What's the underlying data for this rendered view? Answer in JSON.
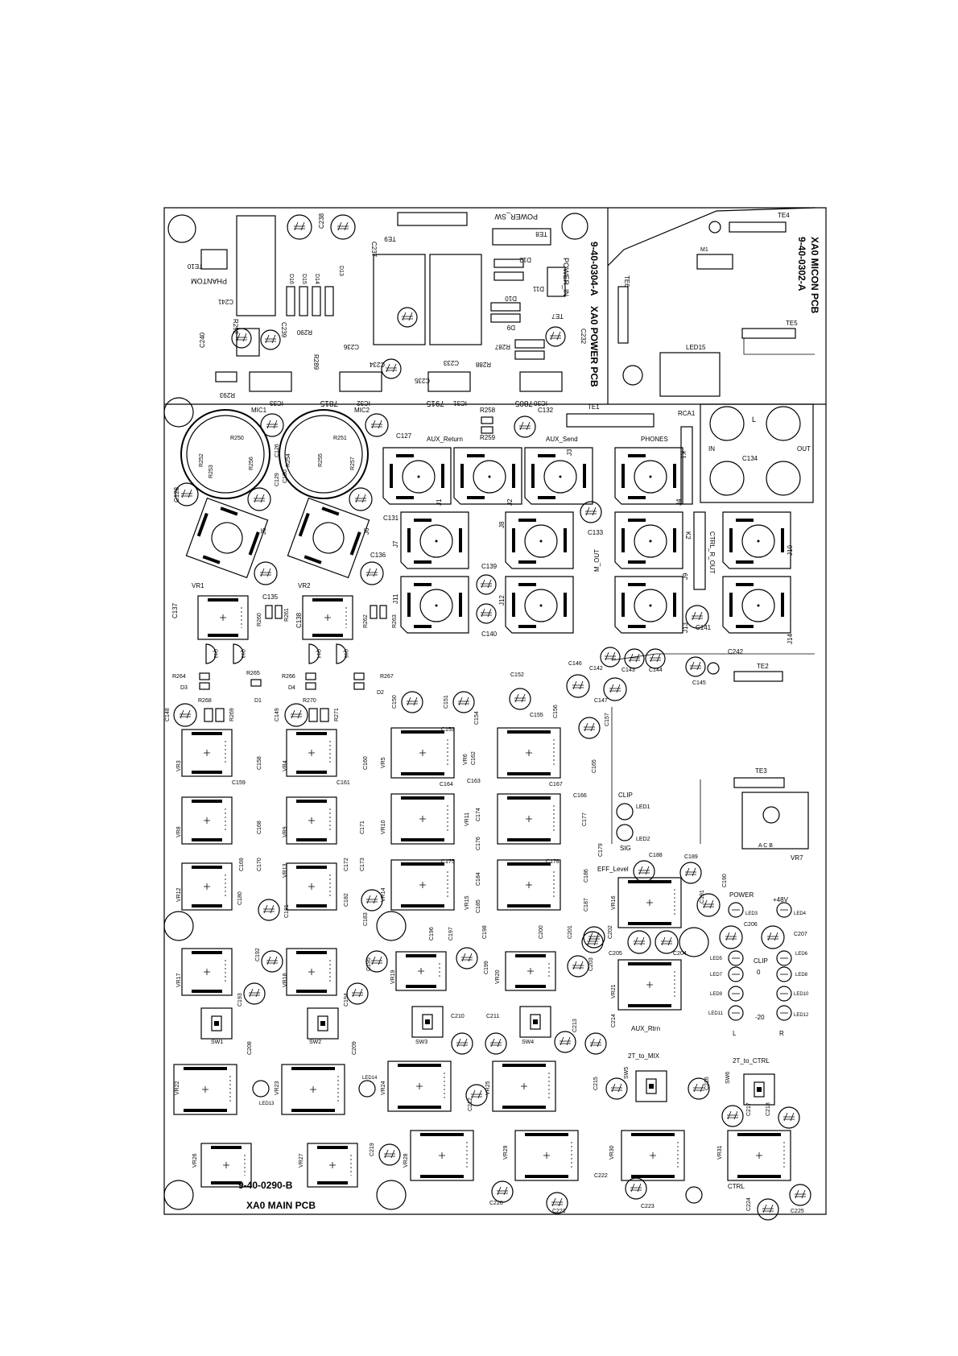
{
  "board": {
    "power_pcb": {
      "title": "XA0 POWER PCB",
      "code": "9-40-0304-A"
    },
    "micon_pcb": {
      "title": "XA0 MICON PCB",
      "code": "9-40-0302-A"
    },
    "main_pcb": {
      "title": "XA0 MAIN PCB",
      "code": "9-40-0290-B"
    }
  },
  "labels": {
    "phantom": "PHANTOM",
    "power_sw": "POWER_SW",
    "power_in": "POWER_IN",
    "v7815": "7815",
    "v7915": "7915",
    "v7805": "7805",
    "aux_return": "AUX_Return",
    "aux_send": "AUX_Send",
    "phones": "PHONES",
    "rca_in": "IN",
    "rca_l": "L",
    "rca_out": "OUT",
    "ctrl_r_out": "CTRL_R_OUT",
    "m_out": "M_OUT",
    "clip": "CLIP",
    "sig": "SIG",
    "eff_level": "EFF_Level",
    "power": "POWER",
    "plus48v": "+48V",
    "clip2": "CLIP",
    "zero": "0",
    "minus20": "-20",
    "l": "L",
    "r": "R",
    "aux_rtrn": "AUX_Rtrn",
    "t2_to_mix": "2T_to_MIX",
    "t2_to_ctrl": "2T_to_CTRL",
    "ctrl": "CTRL",
    "vr7_abc": "A C B"
  },
  "parts": {
    "te10": "TE10",
    "c241": "C241",
    "c238": "C238",
    "c237": "C237",
    "te9": "TE9",
    "te8": "TE8",
    "d16": "D16",
    "d15": "D15",
    "d14": "D14",
    "d13": "D13",
    "d12": "D12",
    "d11": "D11",
    "d10": "D10",
    "d9": "D9",
    "te7": "TE7",
    "c240": "C240",
    "r292": "R292",
    "c239": "C239",
    "r290": "R290",
    "r289": "R289",
    "r293": "R293",
    "ic33": "IC33",
    "ic32": "IC32",
    "ic31": "IC31",
    "ic30": "IC30",
    "c236": "C236",
    "c234": "C234",
    "c233": "C233",
    "c235": "C235",
    "r287": "R287",
    "r288": "R288",
    "c232": "C232",
    "te6": "TE6",
    "te5": "TE5",
    "te4": "TE4",
    "m1": "M1",
    "led15": "LED15",
    "mic1": "MIC1",
    "mic2": "MIC2",
    "r250": "R250",
    "r251": "R251",
    "r252": "R252",
    "r253": "R253",
    "r254": "R254",
    "r255": "R255",
    "r256": "R256",
    "r257": "R257",
    "c126": "C126",
    "c127": "C127",
    "c128": "C128",
    "c129": "C129",
    "c130": "C130",
    "r258": "R258",
    "r259": "R259",
    "c132": "C132",
    "te1": "TE1",
    "rca1": "RCA1",
    "k1": "K1",
    "c134": "C134",
    "j1": "J1",
    "j2": "J2",
    "j3": "J3",
    "j4": "J4",
    "j5": "J5",
    "j6": "J6",
    "j7": "J7",
    "j8": "J8",
    "j9": "J9",
    "j10": "J10",
    "j11": "J11",
    "j12": "J12",
    "j13": "J13",
    "j14": "J14",
    "k2": "K2",
    "c131": "C131",
    "c133": "C133",
    "c135": "C135",
    "c136": "C136",
    "c137": "C137",
    "c138": "C138",
    "c139": "C139",
    "c140": "C140",
    "c141": "C141",
    "c242": "C242",
    "vr1": "VR1",
    "vr2": "VR2",
    "r260": "R260",
    "r261": "R261",
    "r262": "R262",
    "r263": "R263",
    "q12": "Q12",
    "q13": "Q13",
    "q14": "Q14",
    "q15": "Q15",
    "r264": "R264",
    "r265": "R265",
    "r266": "R266",
    "r267": "R267",
    "r268": "R268",
    "r269": "R269",
    "r270": "R270",
    "r271": "R271",
    "d1": "D1",
    "d2": "D2",
    "d3": "D3",
    "d4": "D4",
    "c142": "C142",
    "c143": "C143",
    "c144": "C144",
    "c145": "C145",
    "c146": "C146",
    "c147": "C147",
    "c148": "C148",
    "c149": "C149",
    "c150": "C150",
    "c151": "C151",
    "c152": "C152",
    "c153": "C153",
    "c154": "C154",
    "c155": "C155",
    "c156": "C156",
    "c157": "C157",
    "te2": "TE2",
    "te3": "TE3",
    "vr3": "VR3",
    "vr4": "VR4",
    "vr5": "VR5",
    "vr6": "VR6",
    "c158": "C158",
    "c159": "C159",
    "c160": "C160",
    "c161": "C161",
    "c162": "C162",
    "c163": "C163",
    "c164": "C164",
    "c165": "C165",
    "c166": "C166",
    "c167": "C167",
    "vr8": "VR8",
    "vr9": "VR9",
    "vr10": "VR10",
    "vr11": "VR11",
    "c168": "C168",
    "c171": "C171",
    "c174": "C174",
    "c176": "C176",
    "c177": "C177",
    "led1": "LED1",
    "led2": "LED2",
    "vr7": "VR7",
    "vr12": "VR12",
    "vr13": "VR13",
    "vr14": "VR14",
    "vr15": "VR15",
    "vr16": "VR16",
    "c169": "C169",
    "c170": "C170",
    "c172": "C172",
    "c173": "C173",
    "c175": "C175",
    "c178": "C178",
    "c179": "C179",
    "c180": "C180",
    "c181": "C181",
    "c182": "C182",
    "c183": "C183",
    "c184": "C184",
    "c185": "C185",
    "c186": "C186",
    "c187": "C187",
    "c188": "C188",
    "c189": "C189",
    "c190": "C190",
    "c191": "C191",
    "led3": "LED3",
    "led4": "LED4",
    "led5": "LED5",
    "led6": "LED6",
    "led7": "LED7",
    "led8": "LED8",
    "led9": "LED9",
    "led10": "LED10",
    "led11": "LED11",
    "led12": "LED12",
    "c206": "C206",
    "c207": "C207",
    "vr17": "VR17",
    "vr18": "VR18",
    "vr19": "VR19",
    "vr20": "VR20",
    "vr21": "VR21",
    "c192": "C192",
    "c193": "C193",
    "c194": "C194",
    "c195": "C195",
    "c196": "C196",
    "c197": "C197",
    "c198": "C198",
    "c199": "C199",
    "c200": "C200",
    "c201": "C201",
    "c202": "C202",
    "c203": "C203",
    "c204": "C204",
    "c205": "C205",
    "sw1": "SW1",
    "sw2": "SW2",
    "sw3": "SW3",
    "sw4": "SW4",
    "sw5": "SW5",
    "sw6": "SW6",
    "c208": "C208",
    "c209": "C209",
    "c210": "C210",
    "c211": "C211",
    "c213": "C213",
    "c214": "C214",
    "c215": "C215",
    "c216": "C216",
    "c217": "C217",
    "c218": "C218",
    "vr22": "VR22",
    "vr23": "VR23",
    "vr24": "VR24",
    "vr25": "VR25",
    "led13": "LED13",
    "led14": "LED14",
    "c212": "C212",
    "vr26": "VR26",
    "vr27": "VR27",
    "vr28": "VR28",
    "vr29": "VR29",
    "vr30": "VR30",
    "vr31": "VR31",
    "c219": "C219",
    "c220": "C220",
    "c221": "C221",
    "c222": "C222",
    "c223": "C223",
    "c224": "C224",
    "c225": "C225"
  }
}
